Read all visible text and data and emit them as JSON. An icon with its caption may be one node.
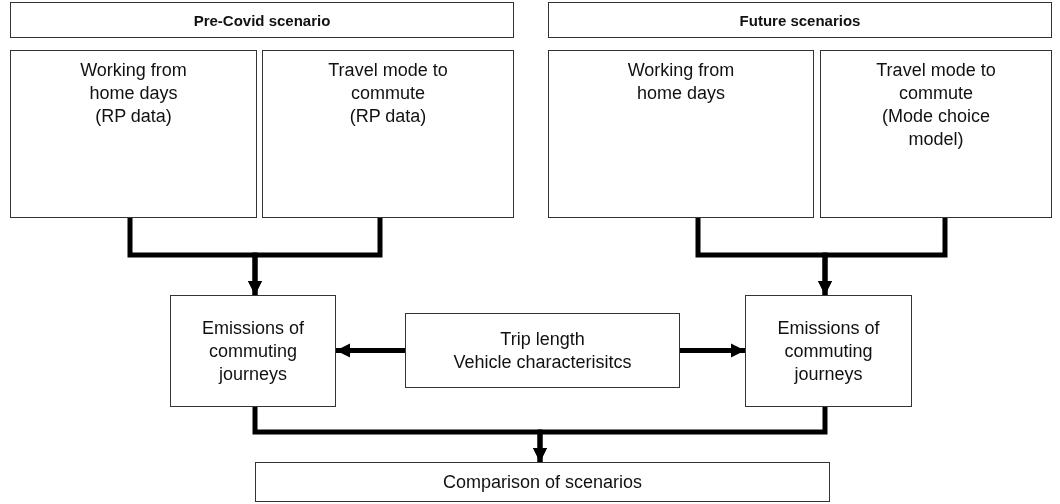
{
  "diagram": {
    "nodes": [
      {
        "text": [
          "Pre-Covid scenario"
        ]
      },
      {
        "text": [
          "Working from home days",
          "(RP data)"
        ]
      },
      {
        "text": [
          "Travel mode to commute",
          "(RP data)"
        ]
      },
      {
        "text": [
          "Future scenarios"
        ]
      },
      {
        "text": [
          "Working from home days"
        ]
      },
      {
        "text": [
          "Travel mode to commute",
          "(Mode choice model)"
        ]
      },
      {
        "text": [
          "Emissions of commuting journeys"
        ]
      },
      {
        "text": [
          "Trip length",
          "Vehicle characterisitcs"
        ]
      },
      {
        "text": [
          "Emissions of commuting journeys"
        ]
      },
      {
        "text": [
          "Comparison of scenarios"
        ]
      }
    ],
    "edges": [
      {
        "from": 1,
        "to": 6,
        "arrow": "to"
      },
      {
        "from": 2,
        "to": 6,
        "arrow": "to"
      },
      {
        "from": 4,
        "to": 8,
        "arrow": "to"
      },
      {
        "from": 5,
        "to": 8,
        "arrow": "to"
      },
      {
        "from": 7,
        "to": 6,
        "arrow": "to"
      },
      {
        "from": 7,
        "to": 8,
        "arrow": "to"
      },
      {
        "from": 6,
        "to": 9,
        "arrow": "to"
      },
      {
        "from": 8,
        "to": 9,
        "arrow": "to"
      }
    ]
  }
}
